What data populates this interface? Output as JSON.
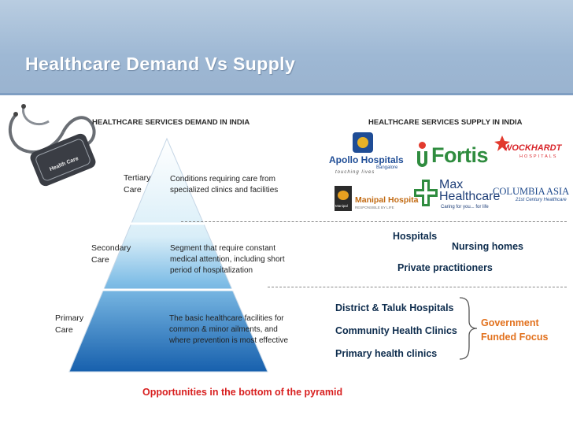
{
  "header": {
    "title": "Healthcare Demand Vs Supply"
  },
  "badge": {
    "label": "Health Care"
  },
  "demand": {
    "heading": "HEALTHCARE SERVICES DEMAND IN INDIA",
    "levels": [
      {
        "name_line1": "Tertiary",
        "name_line2": "Care",
        "description": [
          "Conditions requiring care from",
          "specialized clinics and facilities"
        ]
      },
      {
        "name_line1": "Secondary",
        "name_line2": "Care",
        "description": [
          "Segment that require constant",
          "medical attention, including short",
          "period of hospitalization"
        ]
      },
      {
        "name_line1": "Primary",
        "name_line2": "Care",
        "description": [
          "The basic healthcare facilities for",
          "common & minor ailments, and",
          "where prevention is most effective"
        ]
      }
    ]
  },
  "supply": {
    "heading": "HEALTHCARE SERVICES SUPPLY IN INDIA",
    "logos": {
      "apollo_name": "Apollo Hospitals",
      "apollo_city": "Bangalore",
      "apollo_tagline": "touching lives",
      "fortis": "Fortis",
      "wockhardt": "WOCKHARDT",
      "wockhardt_sub": "HOSPITALS",
      "manipal": "Manipal Hospita",
      "manipal_sub": "RESPONSIBLE BY LIFE",
      "manipal_box": "Manipal",
      "max_line1": "Max",
      "max_line2": "Healthcare",
      "max_tagline": "Caring for you... for life",
      "columbia": "COLUMBIA",
      "columbia_asia": "ASIA",
      "columbia_tagline": "21st Century Healthcare"
    },
    "private": {
      "hospitals": "Hospitals",
      "nursing_homes": "Nursing homes",
      "practitioners": "Private practitioners"
    },
    "government": {
      "items": [
        "District & Taluk Hospitals",
        "Community Health Clinics",
        "Primary health clinics"
      ],
      "label_line1": "Government",
      "label_line2": "Funded Focus"
    }
  },
  "footer": {
    "opportunities": "Opportunities in the bottom of the pyramid"
  },
  "colors": {
    "title_text": "#ffffff",
    "header_bg": "#9eb8d4",
    "pyramid_blue": "#1f6fb5",
    "government_orange": "#e2711d",
    "opportunity_red": "#d82020",
    "supply_text": "#0d2c4d"
  }
}
